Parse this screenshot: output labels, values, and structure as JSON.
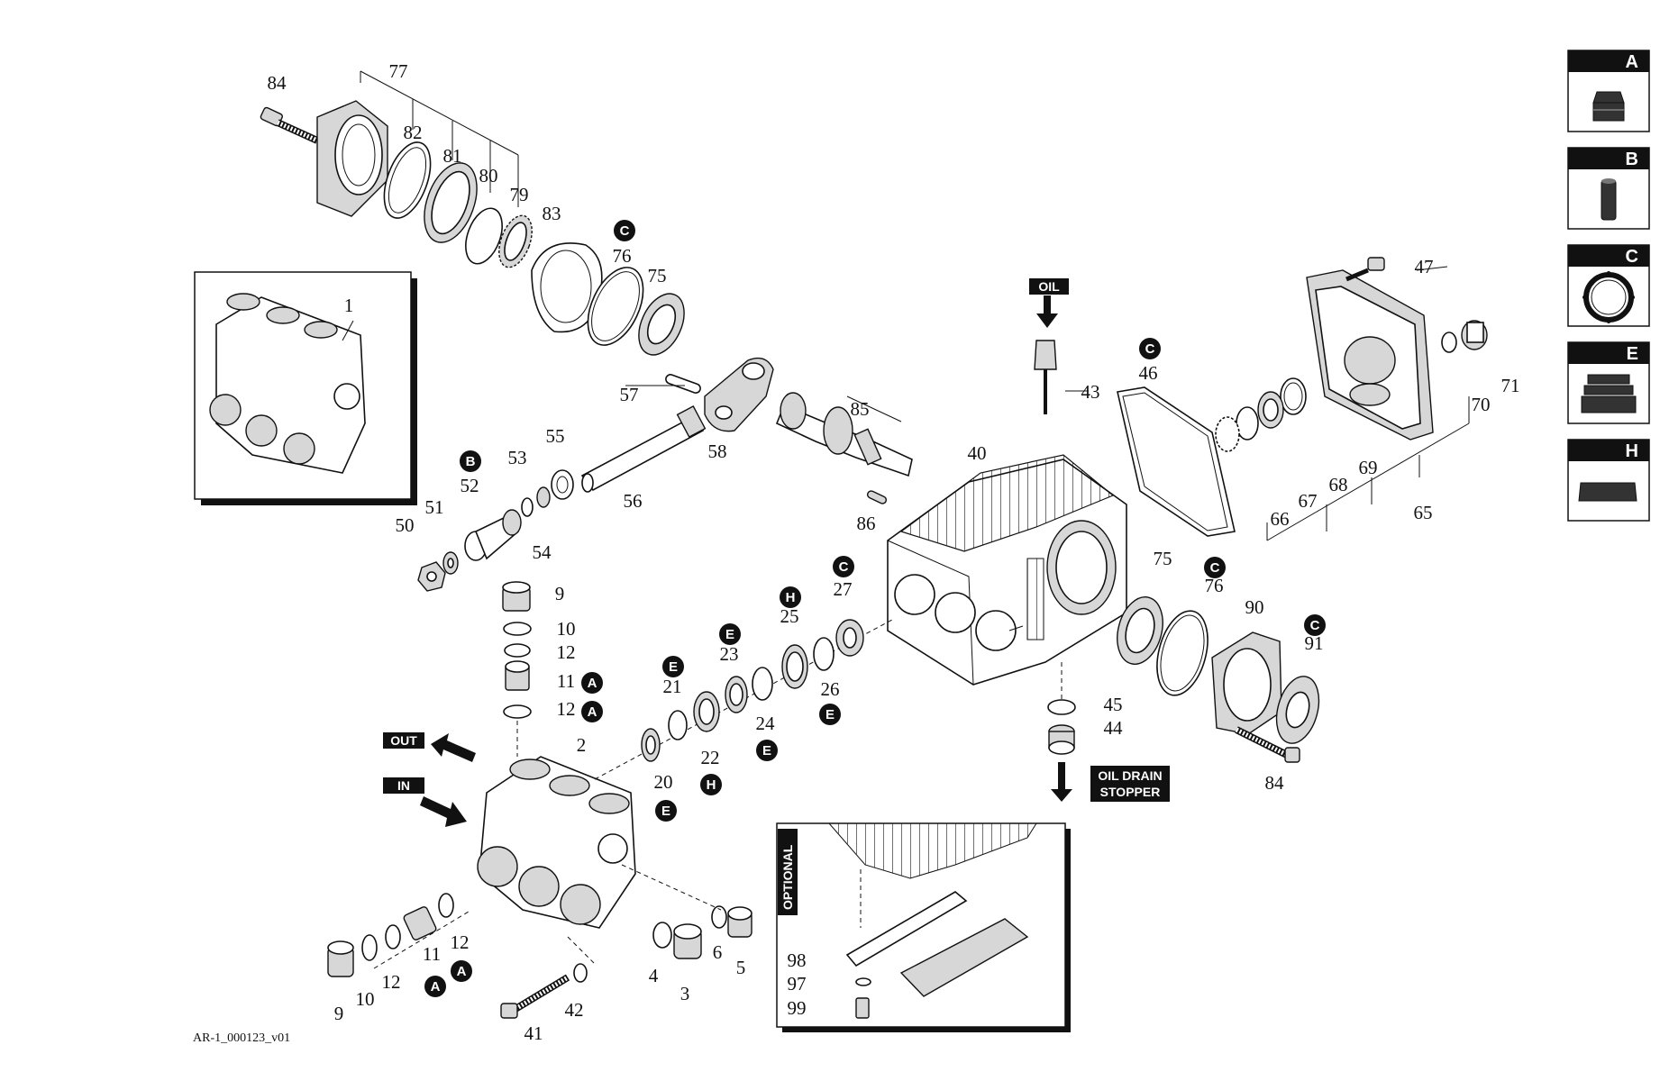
{
  "reference": "AR-1_000123_v01",
  "tags": {
    "oil": "OIL",
    "out": "OUT",
    "in": "IN",
    "drain_line1": "OIL DRAIN",
    "drain_line2": "STOPPER",
    "optional": "OPTIONAL"
  },
  "legend": [
    "A",
    "B",
    "C",
    "E",
    "H"
  ],
  "labels": [
    {
      "id": "l84a",
      "text": "84"
    },
    {
      "id": "l77",
      "text": "77"
    },
    {
      "id": "l82",
      "text": "82"
    },
    {
      "id": "l81",
      "text": "81"
    },
    {
      "id": "l80",
      "text": "80"
    },
    {
      "id": "l79",
      "text": "79"
    },
    {
      "id": "l83",
      "text": "83"
    },
    {
      "id": "l76a",
      "text": "76"
    },
    {
      "id": "l75a",
      "text": "75"
    },
    {
      "id": "l1",
      "text": "1"
    },
    {
      "id": "l57",
      "text": "57"
    },
    {
      "id": "l58",
      "text": "58"
    },
    {
      "id": "l85",
      "text": "85"
    },
    {
      "id": "l86",
      "text": "86"
    },
    {
      "id": "l56",
      "text": "56"
    },
    {
      "id": "l55",
      "text": "55"
    },
    {
      "id": "l53",
      "text": "53"
    },
    {
      "id": "l54",
      "text": "54"
    },
    {
      "id": "l52",
      "text": "52"
    },
    {
      "id": "l51",
      "text": "51"
    },
    {
      "id": "l50",
      "text": "50"
    },
    {
      "id": "l43",
      "text": "43"
    },
    {
      "id": "l40",
      "text": "40"
    },
    {
      "id": "l46",
      "text": "46"
    },
    {
      "id": "l47",
      "text": "47"
    },
    {
      "id": "l71",
      "text": "71"
    },
    {
      "id": "l70",
      "text": "70"
    },
    {
      "id": "l69",
      "text": "69"
    },
    {
      "id": "l68",
      "text": "68"
    },
    {
      "id": "l67",
      "text": "67"
    },
    {
      "id": "l66",
      "text": "66"
    },
    {
      "id": "l65",
      "text": "65"
    },
    {
      "id": "l9a",
      "text": "9"
    },
    {
      "id": "l10a",
      "text": "10"
    },
    {
      "id": "l12a",
      "text": "12"
    },
    {
      "id": "l11a",
      "text": "11"
    },
    {
      "id": "l12b",
      "text": "12"
    },
    {
      "id": "l2",
      "text": "2"
    },
    {
      "id": "l27",
      "text": "27"
    },
    {
      "id": "l25",
      "text": "25"
    },
    {
      "id": "l26",
      "text": "26"
    },
    {
      "id": "l23",
      "text": "23"
    },
    {
      "id": "l24",
      "text": "24"
    },
    {
      "id": "l21",
      "text": "21"
    },
    {
      "id": "l22",
      "text": "22"
    },
    {
      "id": "l20",
      "text": "20"
    },
    {
      "id": "l75b",
      "text": "75"
    },
    {
      "id": "l76b",
      "text": "76"
    },
    {
      "id": "l90",
      "text": "90"
    },
    {
      "id": "l91",
      "text": "91"
    },
    {
      "id": "l45",
      "text": "45"
    },
    {
      "id": "l44",
      "text": "44"
    },
    {
      "id": "l84b",
      "text": "84"
    },
    {
      "id": "l9b",
      "text": "9"
    },
    {
      "id": "l10b",
      "text": "10"
    },
    {
      "id": "l12c",
      "text": "12"
    },
    {
      "id": "l11b",
      "text": "11"
    },
    {
      "id": "l12d",
      "text": "12"
    },
    {
      "id": "l41",
      "text": "41"
    },
    {
      "id": "l42",
      "text": "42"
    },
    {
      "id": "l4",
      "text": "4"
    },
    {
      "id": "l3",
      "text": "3"
    },
    {
      "id": "l6",
      "text": "6"
    },
    {
      "id": "l5",
      "text": "5"
    },
    {
      "id": "l98",
      "text": "98"
    },
    {
      "id": "l97",
      "text": "97"
    },
    {
      "id": "l99",
      "text": "99"
    }
  ],
  "badges": [
    {
      "id": "bC1",
      "text": "C"
    },
    {
      "id": "bB1",
      "text": "B"
    },
    {
      "id": "bC2",
      "text": "C"
    },
    {
      "id": "bA1",
      "text": "A"
    },
    {
      "id": "bA2",
      "text": "A"
    },
    {
      "id": "bC3",
      "text": "C"
    },
    {
      "id": "bH1",
      "text": "H"
    },
    {
      "id": "bE1",
      "text": "E"
    },
    {
      "id": "bE2",
      "text": "E"
    },
    {
      "id": "bE3",
      "text": "E"
    },
    {
      "id": "bE4",
      "text": "E"
    },
    {
      "id": "bH2",
      "text": "H"
    },
    {
      "id": "bE5",
      "text": "E"
    },
    {
      "id": "bC4",
      "text": "C"
    },
    {
      "id": "bC5",
      "text": "C"
    },
    {
      "id": "bA3",
      "text": "A"
    },
    {
      "id": "bA4",
      "text": "A"
    }
  ]
}
